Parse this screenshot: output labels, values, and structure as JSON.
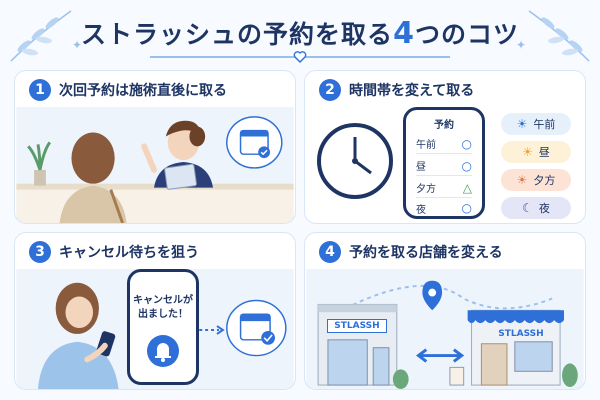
{
  "header": {
    "title_before": "ストラッシュの予約を取る",
    "title_num": "4",
    "title_after": "つのコツ"
  },
  "cards": [
    {
      "num": "1",
      "title": "次回予約は施術直後に取る"
    },
    {
      "num": "2",
      "title": "時間帯を変えて取る"
    },
    {
      "num": "3",
      "title": "キャンセル待ちを狙う"
    },
    {
      "num": "4",
      "title": "予約を取る店舗を変える"
    }
  ],
  "schedule": {
    "header": "予約",
    "rows": [
      {
        "label": "午前",
        "mark": "○"
      },
      {
        "label": "昼",
        "mark": "○"
      },
      {
        "label": "夕方",
        "mark": "△"
      },
      {
        "label": "夜",
        "mark": "○"
      }
    ]
  },
  "time_pills": [
    {
      "label": "午前",
      "icon": "☀",
      "color": "#e6f0fb"
    },
    {
      "label": "昼",
      "icon": "☀",
      "color": "#fdf1d8"
    },
    {
      "label": "夕方",
      "icon": "☀",
      "color": "#fde3d6"
    },
    {
      "label": "夜",
      "icon": "☾",
      "color": "#e4e6f7"
    }
  ],
  "notification": {
    "line1": "キャンセルが",
    "line2": "出ました！"
  },
  "stores": {
    "left": "STLASSH",
    "right": "STLASSH"
  },
  "icons": {
    "calendar": "calendar-check-icon",
    "bell": "bell-icon",
    "clock": "clock-icon",
    "pin": "map-pin-icon"
  },
  "colors": {
    "primary": "#2e6fd8",
    "navy": "#1e3563",
    "light": "#d9e6f6"
  }
}
